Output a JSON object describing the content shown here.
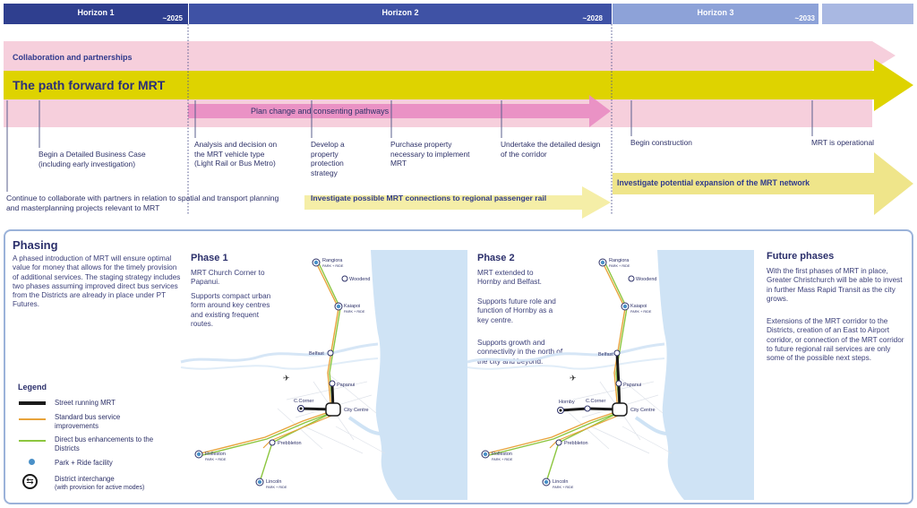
{
  "horizons": [
    {
      "name": "Horizon 1",
      "year": "~2025"
    },
    {
      "name": "Horizon 2",
      "year": "~2028"
    },
    {
      "name": "Horizon 3",
      "year": "~2033"
    }
  ],
  "bands": {
    "collaboration": "Collaboration and partnerships",
    "path": "The path forward for MRT",
    "plan_change": "Plan change and consenting pathways",
    "regional_rail": "Investigate possible MRT connections to regional passenger rail",
    "expansion": "Investigate potential expansion of the MRT network"
  },
  "milestones": {
    "collaborate": "Continue to collaborate with partners in relation to spatial and transport planning and masterplanning projects relevant to MRT",
    "business_case": "Begin a Detailed Business Case (including early investigation)",
    "analysis": "Analysis and decision on the MRT vehicle type (Light Rail or Bus Metro)",
    "property_protection": "Develop a property protection strategy",
    "purchase": "Purchase property necessary to implement MRT",
    "design": "Undertake the detailed design of the corridor",
    "construction": "Begin construction",
    "operational": "MRT is operational"
  },
  "phasing": {
    "title": "Phasing",
    "body": "A phased introduction of MRT will ensure optimal value for money that allows for the timely provision of additional services. The staging strategy includes two phases assuming improved direct bus services from the Districts are already in place under PT Futures."
  },
  "legend": {
    "title": "Legend",
    "items": [
      {
        "label": "Street running MRT",
        "color": "#1a1a1a"
      },
      {
        "label": "Standard bus service improvements",
        "color": "#e8a33b"
      },
      {
        "label": "Direct bus enhancements to the Districts",
        "color": "#8cc63f"
      },
      {
        "label": "Park + Ride facility",
        "color": "#4a90c8"
      },
      {
        "label": "District interchange",
        "sub": "(with provision for active modes)"
      }
    ]
  },
  "phase1": {
    "title": "Phase 1",
    "p1": "MRT Church Corner to Papanui.",
    "p2": "Supports compact urban form around key centres and existing frequent routes."
  },
  "phase2": {
    "title": "Phase 2",
    "p1": "MRT extended to Hornby and Belfast.",
    "p2": "Supports future role and function of Hornby as a key centre.",
    "p3": "Supports growth and connectivity in the north of the city and beyond."
  },
  "future": {
    "title": "Future phases",
    "p1": "With the first phases of MRT in place, Greater Christchurch will be able to invest in further Mass Rapid Transit as the city grows.",
    "p2": "Extensions of the MRT corridor to the Districts, creation of an East to Airport corridor, or connection of the MRT corridor to future regional rail services are only some of the possible next steps."
  },
  "map_labels": {
    "rangiora": "Rangiora",
    "park_ride": "PARK + RIDE",
    "woodend": "Woodend",
    "kaiapoi": "Kaiapoi",
    "belfast": "Belfast",
    "papanui": "Papanui",
    "c_corner": "C.Corner",
    "city_centre": "City Centre",
    "hornby": "Hornby",
    "prebbleton": "Prebbleton",
    "rolleston": "Rolleston",
    "lincoln": "Lincoln"
  },
  "colors": {
    "navy": "#2b2f8e",
    "horizon_blue": "#3f52a5",
    "horizon_light": "#8da2d8",
    "pink": "#f5c6d6",
    "pink_arrow": "#e98bbf",
    "yellow": "#e1d400",
    "pale_yellow": "#f1e88a",
    "water": "#cfe3f5"
  }
}
